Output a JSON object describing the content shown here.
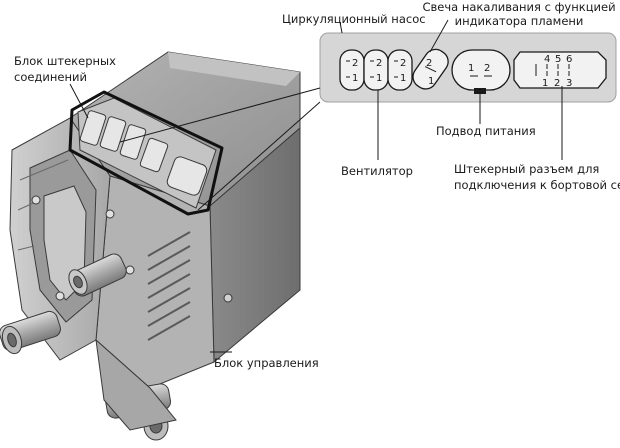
{
  "labels": {
    "pump": "Циркуляционный насос",
    "glow_plug_line1": "Свеча накаливания с функцией",
    "glow_plug_line2": "индикатора пламени",
    "connectors_line1": "Блок штекерных",
    "connectors_line2": "соединений",
    "power": "Подвод питания",
    "fan": "Вентилятор",
    "onboard_line1": "Штекерный разъем для",
    "onboard_line2": "подключения к бортовой сети",
    "control_unit": "Блок управления"
  },
  "pins": {
    "pump": [
      "2",
      "1"
    ],
    "fan": [
      "2",
      "1"
    ],
    "third": [
      "2",
      "1"
    ],
    "glow_plug": [
      "2",
      "1"
    ],
    "power": [
      "1",
      "2"
    ],
    "onboard_top": [
      "4",
      "5",
      "6"
    ],
    "onboard_bottom": [
      "1",
      "2",
      "3"
    ]
  },
  "colors": {
    "panel": "#d6d6d6",
    "housing_top": "#9c9c9c",
    "housing_front": "#bdbdbd",
    "housing_side": "#7d7d7d",
    "outline": "#1a1a1a"
  }
}
